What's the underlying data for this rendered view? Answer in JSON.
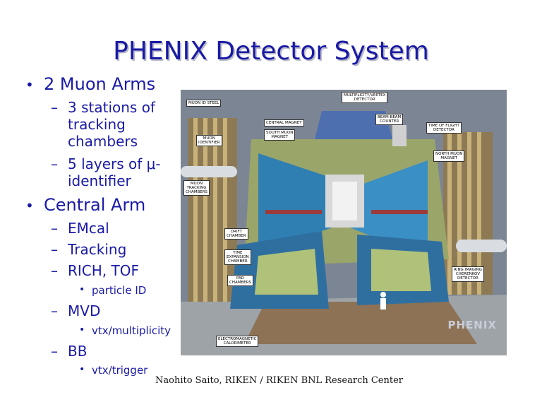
{
  "slide": {
    "title": "PHENIX Detector System",
    "bullets": [
      {
        "text": "2 Muon Arms",
        "sub": [
          {
            "lines": [
              "3 stations of",
              "tracking",
              "chambers"
            ]
          },
          {
            "lines": [
              "5 layers of μ-",
              "identifier"
            ]
          }
        ]
      },
      {
        "text": "Central Arm",
        "sub": [
          {
            "lines": [
              "EMcal"
            ]
          },
          {
            "lines": [
              "Tracking"
            ]
          },
          {
            "lines": [
              "RICH, TOF"
            ],
            "sub": [
              "particle ID"
            ]
          },
          {
            "lines": [
              "MVD"
            ],
            "sub": [
              "vtx/multiplicity"
            ]
          },
          {
            "lines": [
              "BB"
            ],
            "sub": [
              "vtx/trigger"
            ]
          }
        ]
      }
    ],
    "footer": "Naohito Saito, RIKEN / RIKEN BNL Research Center"
  },
  "figure": {
    "labels": {
      "muon_id_steel": "MUON ID STEEL",
      "multiplicity_vertex": "MULTIPLICITY/VERTEX\nDETECTOR",
      "central_magnet": "CENTRAL MAGNET",
      "beam_beam": "BEAM-BEAM\nCOUNTER",
      "time_of_flight": "TIME OF FLIGHT\nDETECTOR",
      "muon_identifier": "MUON\nIDENTIFIER",
      "south_muon_magnet": "SOUTH MUON\nMAGNET",
      "north_muon_magnet": "NORTH MUON\nMAGNET",
      "muon_tracking": "MUON\nTRACKING\nCHAMBERS",
      "drift_chamber": "DRIFT\nCHAMBER",
      "time_expansion": "TIME\nEXPANSION\nCHAMBER",
      "pad_chambers": "PAD\nCHAMBERS",
      "ring_imaging": "RING IMAGING\nCHERENKOV\nDETECTOR",
      "emcal": "ELECTROMAGNETIC\nCALORIMETER"
    },
    "watermark": "PHENIX",
    "colors": {
      "background": "#7c8593",
      "magnet_blue": "#2f7fb3",
      "yoke_green": "#9aa56a",
      "steel_tan": "#8d7a55",
      "chamber_red": "#9c3b3b",
      "floor_grey": "#9ea3a8"
    }
  }
}
